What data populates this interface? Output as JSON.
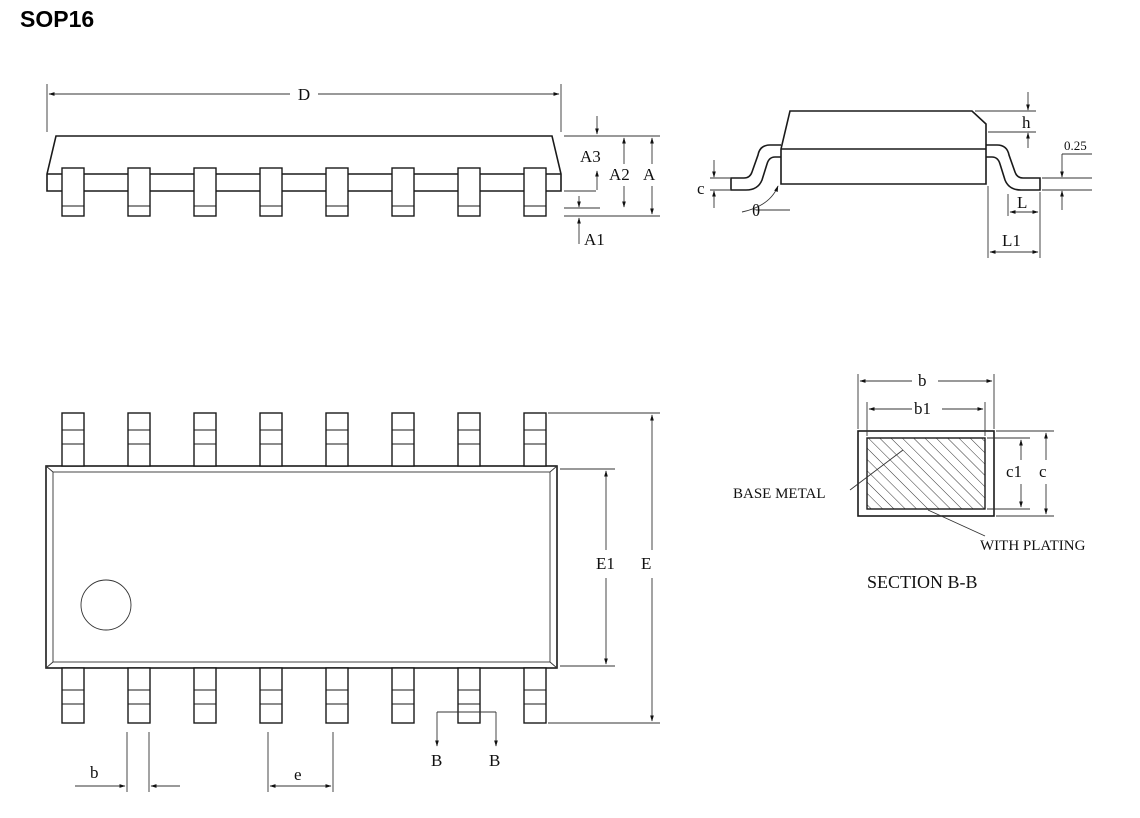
{
  "title": "SOP16",
  "side_view": {
    "D": "D",
    "A3": "A3",
    "A2": "A2",
    "A": "A",
    "A1": "A1"
  },
  "end_view": {
    "h": "h",
    "val_025": "0.25",
    "c": "c",
    "theta": "θ",
    "L": "L",
    "L1": "L1"
  },
  "top_view": {
    "E1": "E1",
    "E": "E",
    "b": "b",
    "e": "e",
    "B_left": "B",
    "B_right": "B"
  },
  "section": {
    "b": "b",
    "b1": "b1",
    "c1": "c1",
    "c": "c",
    "base_metal": "BASE METAL",
    "with_plating": "WITH PLATING",
    "caption": "SECTION B-B"
  }
}
